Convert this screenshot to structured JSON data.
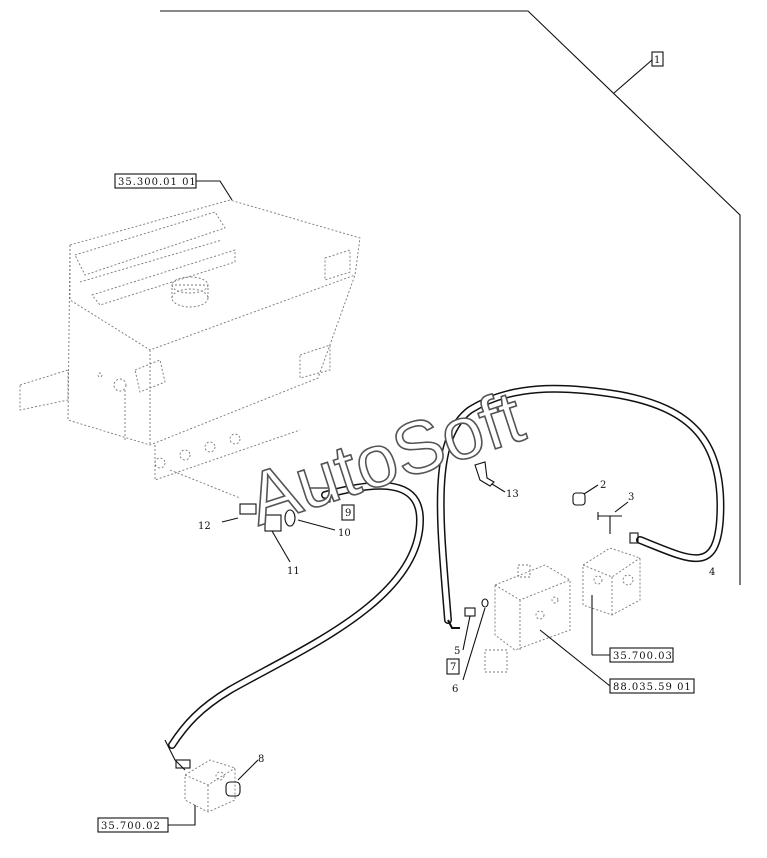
{
  "watermark": "AutoSoft",
  "ref_labels": {
    "tank": "35.300.01 01",
    "valve_block": "35.700.03",
    "valve_assembly": "88.035.59 01",
    "lower_block": "35.700.02"
  },
  "boxed_items": {
    "kit": "1",
    "item9": "9",
    "item7": "7"
  },
  "callouts": {
    "c2": "2",
    "c3": "3",
    "c4": "4",
    "c5": "5",
    "c6": "6",
    "c8": "8",
    "c10": "10",
    "c11": "11",
    "c12": "12",
    "c13": "13"
  }
}
